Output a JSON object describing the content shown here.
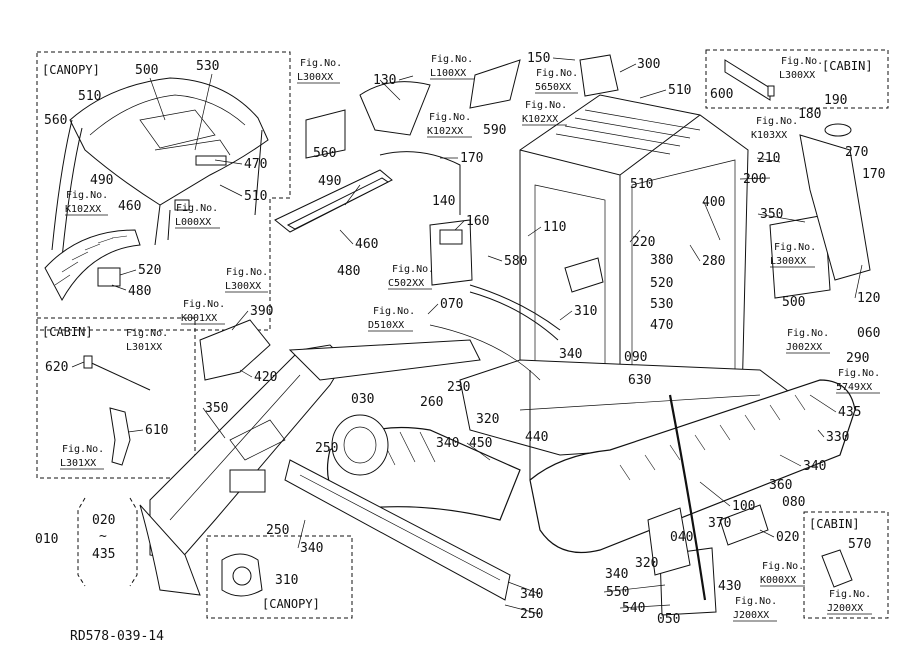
{
  "doc_code": "RD578-039-14",
  "boxes": {
    "canopy_top": "[CANOPY]",
    "cabin_left": "[CABIN]",
    "cabin_top_right": "[CABIN]",
    "cabin_bottom_right": "[CABIN]",
    "canopy_bottom": "[CANOPY]"
  },
  "fig_refs": [
    {
      "id": "fig-l300-top",
      "line1": "Fig.No.",
      "line2": "L300XX"
    },
    {
      "id": "fig-l100",
      "line1": "Fig.No.",
      "line2": "L100XX"
    },
    {
      "id": "fig-5650",
      "line1": "Fig.No.",
      "line2": "5650XX"
    },
    {
      "id": "fig-k102-mid",
      "line1": "Fig.No.",
      "line2": "K102XX"
    },
    {
      "id": "fig-k102-right",
      "line1": "Fig.No.",
      "line2": "K102XX"
    },
    {
      "id": "fig-l300-cabin",
      "line1": "Fig.No.",
      "line2": "L300XX"
    },
    {
      "id": "fig-k103",
      "line1": "Fig.No.",
      "line2": "K103XX"
    },
    {
      "id": "fig-k102-canopy",
      "line1": "Fig.No.",
      "line2": "K102XX"
    },
    {
      "id": "fig-l000",
      "line1": "Fig.No.",
      "line2": "L000XX"
    },
    {
      "id": "fig-l300-left",
      "line1": "Fig.No.",
      "line2": "L300XX"
    },
    {
      "id": "fig-c502",
      "line1": "Fig.No.",
      "line2": "C502XX"
    },
    {
      "id": "fig-l300-right",
      "line1": "Fig.No.",
      "line2": "L300XX"
    },
    {
      "id": "fig-k001",
      "line1": "Fig.No.",
      "line2": "K001XX"
    },
    {
      "id": "fig-d510",
      "line1": "Fig.No.",
      "line2": "D510XX"
    },
    {
      "id": "fig-l301-a",
      "line1": "Fig.No.",
      "line2": "L301XX"
    },
    {
      "id": "fig-j002",
      "line1": "Fig.No.",
      "line2": "J002XX"
    },
    {
      "id": "fig-5749",
      "line1": "Fig.No.",
      "line2": "5749XX"
    },
    {
      "id": "fig-l301-b",
      "line1": "Fig.No.",
      "line2": "L301XX"
    },
    {
      "id": "fig-k000",
      "line1": "Fig.No.",
      "line2": "K000XX"
    },
    {
      "id": "fig-j200-a",
      "line1": "Fig.No.",
      "line2": "J200XX"
    },
    {
      "id": "fig-j200-b",
      "line1": "Fig.No.",
      "line2": "J200XX"
    }
  ],
  "parts": {
    "p150": "150",
    "p300_top": "300",
    "p510_top": "510",
    "p600": "600",
    "p190": "190",
    "p180": "180",
    "p270": "270",
    "p170_r": "170",
    "p210": "210",
    "p200": "200",
    "p350_r": "350",
    "p120": "120",
    "p500_r": "500",
    "p060": "060",
    "p290": "290",
    "p435_r": "435",
    "p330": "330",
    "p340_r": "340",
    "p360": "360",
    "p080": "080",
    "p100": "100",
    "p020_r": "020",
    "p370": "370",
    "p430": "430",
    "p570": "570",
    "p040": "040",
    "p550": "550",
    "p540": "540",
    "p050": "050",
    "p320_b": "320",
    "p340_bm": "340",
    "p340_bb": "340",
    "p250_b": "250",
    "p250_m": "250",
    "p340_m": "340",
    "p130": "130",
    "p560_c": "560",
    "p590": "590",
    "p170_c": "170",
    "p140": "140",
    "p160": "160",
    "p110": "110",
    "p580": "580",
    "p490_c": "490",
    "p460_c": "460",
    "p480_c": "480",
    "p390": "390",
    "p070": "070",
    "p420": "420",
    "p350_l": "350",
    "p310_c": "310",
    "p340_c": "340",
    "p630": "630",
    "p090": "090",
    "p030": "030",
    "p260": "260",
    "p230": "230",
    "p320_c": "320",
    "p450": "450",
    "p440": "440",
    "p250_l": "250",
    "p340_l": "340",
    "p510_c": "510",
    "p220": "220",
    "p380": "380",
    "p400": "400",
    "p280": "280",
    "p520_c": "520",
    "p530_c": "530",
    "p470_c": "470",
    "p500_cp": "500",
    "p530_cp": "530",
    "p510_cp": "510",
    "p560_cp": "560",
    "p490_cp": "490",
    "p470_cp": "470",
    "p510_cp2": "510",
    "p460_cp": "460",
    "p520_cp": "520",
    "p480_cp": "480",
    "p620": "620",
    "p610": "610",
    "p010": "010",
    "p020_l": "020",
    "p_tilde": "~",
    "p435_l": "435",
    "p310_b": "310"
  }
}
